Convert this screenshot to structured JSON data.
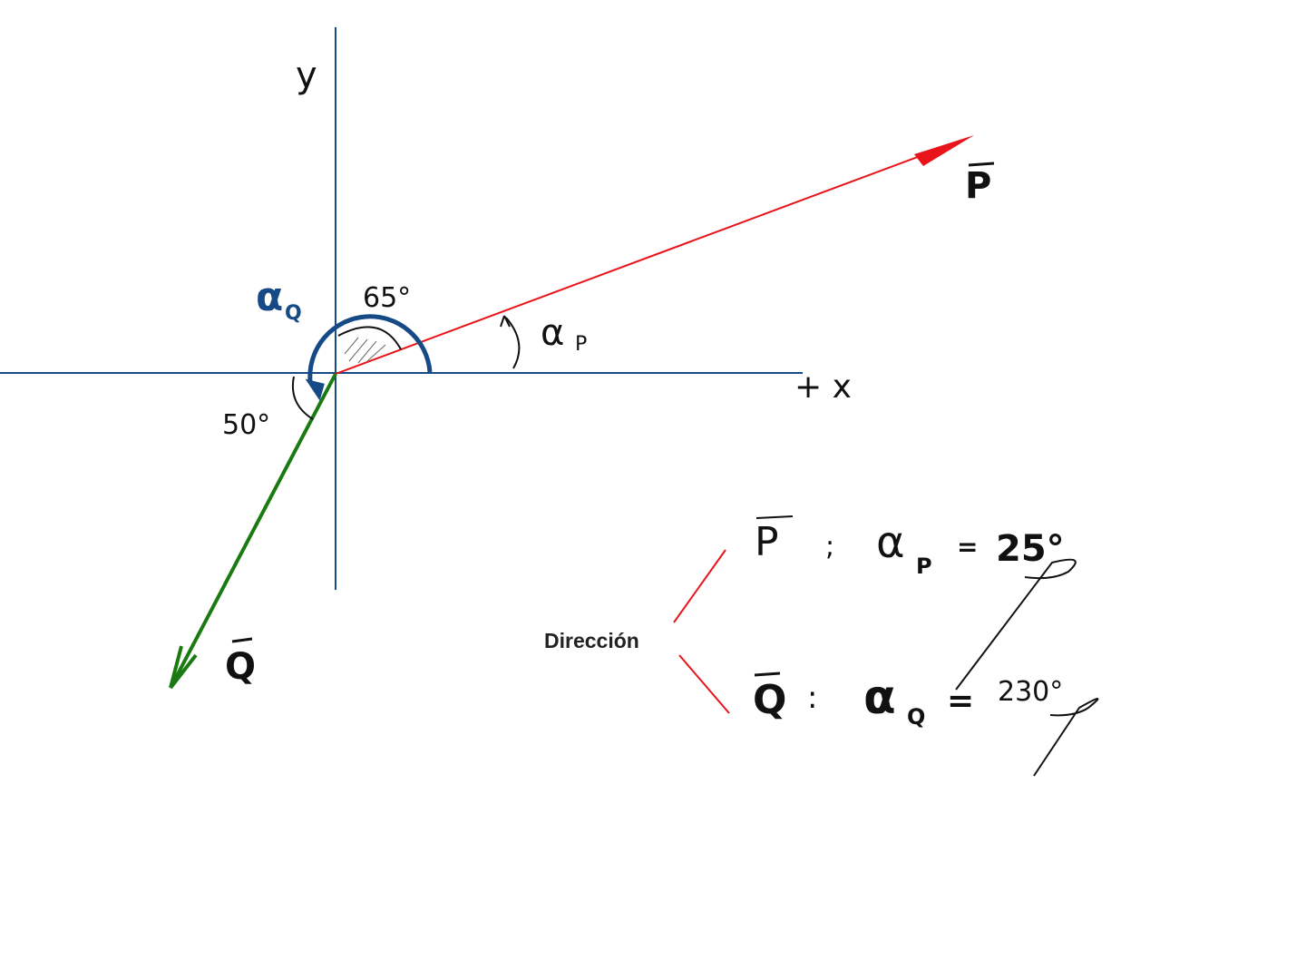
{
  "axes": {
    "y_label": "y",
    "x_label": "+ x"
  },
  "vectors": {
    "P": {
      "label": "P",
      "color": "#e8141a",
      "angle_deg": 25
    },
    "Q": {
      "label": "Q",
      "color": "#1a7a12",
      "angle_deg": 230
    }
  },
  "angle_labels": {
    "alpha_q": "α",
    "alpha_q_sub": "Q",
    "sixty_five": "65°",
    "fifty": "50°",
    "alpha_p": "α",
    "alpha_p_sub": "P"
  },
  "direction": {
    "title": "Dirección",
    "p_row": {
      "vector": "P",
      "sep": ";",
      "alpha": "α",
      "sub": "P",
      "eq": "=",
      "value": "25°"
    },
    "q_row": {
      "vector": "Q",
      "sep": ":",
      "alpha": "α",
      "sub": "Q",
      "eq": "=",
      "value": "230°"
    }
  },
  "colors": {
    "axis": "#154a86",
    "arc": "#154a86",
    "brace": "#e8141a"
  }
}
